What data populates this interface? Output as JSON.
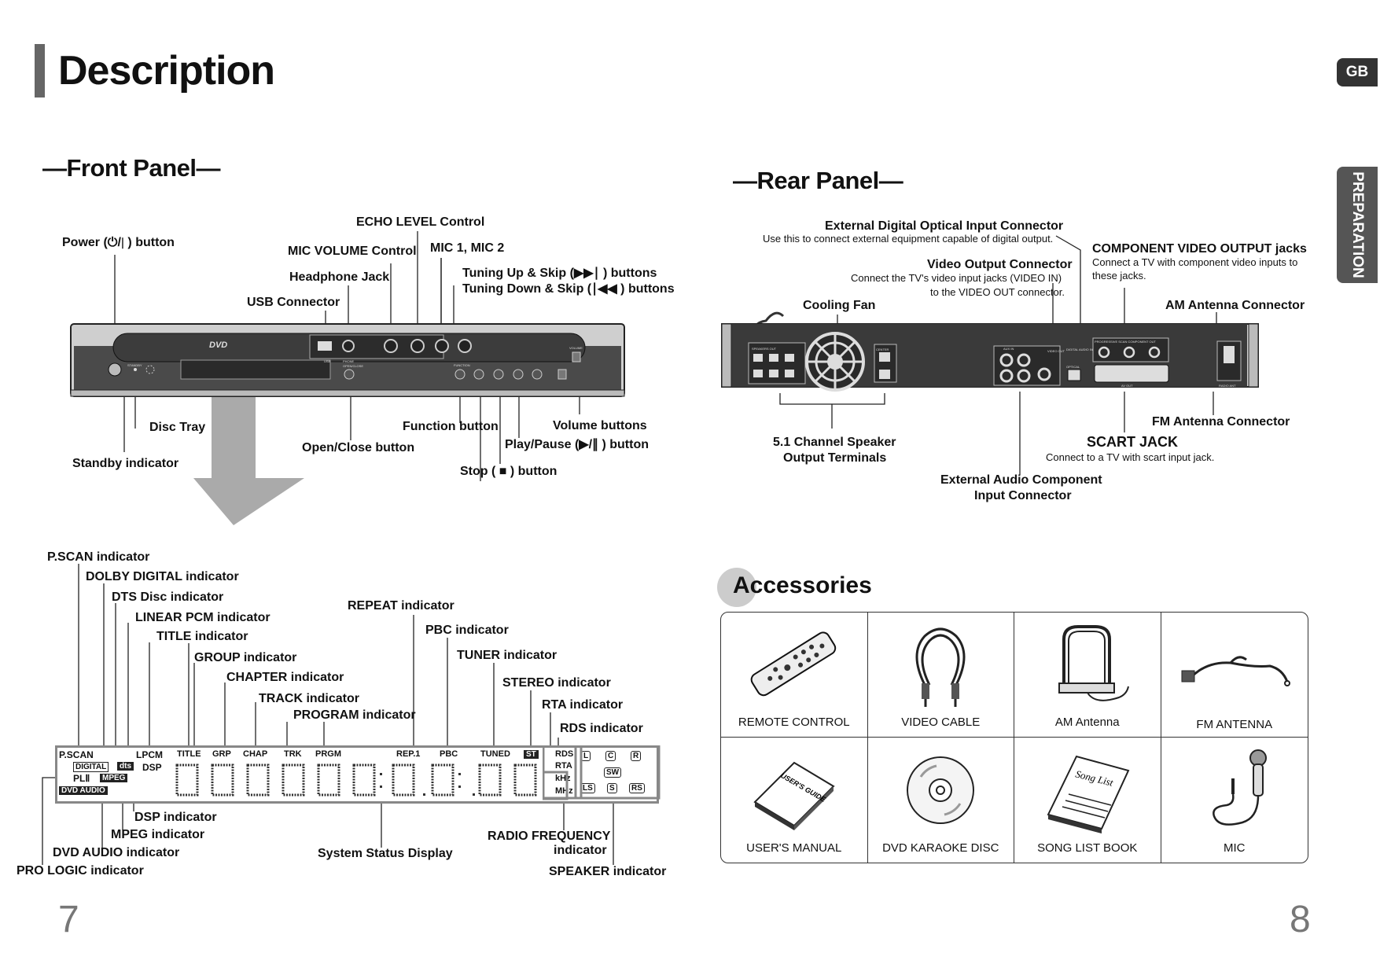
{
  "header": {
    "title": "Description",
    "lang_tab": "GB",
    "side_tab": "PREPARATION"
  },
  "front": {
    "heading": "—Front Panel—",
    "labels": {
      "power": "Power (⏻/∣ ) button",
      "echo": "ECHO LEVEL Control",
      "mic_volume": "MIC VOLUME Control",
      "mic12": "MIC 1, MIC 2",
      "headphone": "Headphone Jack",
      "usb": "USB Connector",
      "tuning_up": "Tuning Up & Skip (▶▶∣ ) buttons",
      "tuning_down": "Tuning Down & Skip (∣◀◀ ) buttons",
      "disc_tray": "Disc Tray",
      "standby": "Standby indicator",
      "open_close": "Open/Close button",
      "function": "Function button",
      "volume": "Volume buttons",
      "play_pause": "Play/Pause (▶/∥ ) button",
      "stop": "Stop ( ■ ) button"
    },
    "device": {
      "logo": "DVD",
      "standby": "STANDBY",
      "usb": "USB",
      "phone": "PHONE",
      "open_close": "OPEN/CLOSE",
      "function": "FUNCTION",
      "volume": "VOLUME"
    }
  },
  "display": {
    "labels": {
      "pscan": "P.SCAN indicator",
      "dolby": "DOLBY DIGITAL indicator",
      "dts": "DTS Disc indicator",
      "lpcm": "LINEAR PCM indicator",
      "title": "TITLE indicator",
      "group": "GROUP indicator",
      "chapter": "CHAPTER indicator",
      "track": "TRACK indicator",
      "program": "PROGRAM indicator",
      "repeat": "REPEAT indicator",
      "pbc": "PBC indicator",
      "tuner": "TUNER indicator",
      "stereo": "STEREO indicator",
      "rta": "RTA indicator",
      "rds": "RDS indicator",
      "dsp": "DSP indicator",
      "mpeg": "MPEG indicator",
      "dvd_audio": "DVD AUDIO indicator",
      "pro_logic": "PRO LOGIC indicator",
      "system_status": "System Status Display",
      "radio_freq_1": "RADIO FREQUENCY",
      "radio_freq_2": "indicator",
      "speaker": "SPEAKER indicator"
    },
    "panel": {
      "pscan": "P.SCAN",
      "lpcm": "LPCM",
      "dsp": "DSP",
      "digital": "DIGITAL",
      "dts": "dts",
      "pl2": "PLⅡ",
      "mpeg": "MPEG",
      "dvd_audio": "DVD AUDIO",
      "title": "TITLE",
      "grp": "GRP",
      "chap": "CHAP",
      "trk": "TRK",
      "prgm": "PRGM",
      "rep1": "REP.1",
      "pbc": "PBC",
      "tuned": "TUNED",
      "st": "ST",
      "rds": "RDS",
      "rta": "RTA",
      "khz": "kHz",
      "mhz": "MHz",
      "spk_l": "L",
      "spk_c": "C",
      "spk_r": "R",
      "spk_sw": "SW",
      "spk_ls": "LS",
      "spk_s": "S",
      "spk_rs": "RS"
    }
  },
  "rear": {
    "heading": "—Rear Panel—",
    "optical_title": "External Digital Optical Input Connector",
    "optical_desc": "Use this to connect external equipment capable of digital output.",
    "video_out_title": "Video Output Connector",
    "video_out_desc_1": "Connect the TV's video input jacks (VIDEO IN)",
    "video_out_desc_2": "to the VIDEO OUT connector.",
    "component_title": "COMPONENT VIDEO OUTPUT jacks",
    "component_desc_1": "Connect a TV with component video inputs to",
    "component_desc_2": "these jacks.",
    "cooling_fan": "Cooling Fan",
    "am_antenna": "AM Antenna Connector",
    "fm_antenna": "FM Antenna Connector",
    "speaker_terminals_1": "5.1 Channel Speaker",
    "speaker_terminals_2": "Output Terminals",
    "scart_title": "SCART JACK",
    "scart_desc": "Connect to a TV with scart input jack.",
    "ext_audio_1": "External Audio Component",
    "ext_audio_2": "Input Connector",
    "device": {
      "speakers_out": "SPEAKERS OUT",
      "aux_in": "AUX IN",
      "video_out": "VIDEO OUT",
      "digital_audio_in": "DIGITAL AUDIO IN",
      "optical": "OPTICAL",
      "component_out": "PROGRESSIVE SCAN COMPONENT OUT",
      "av_out": "AV OUT",
      "radio_ant": "RADIO ANT",
      "center": "CENTER"
    }
  },
  "accessories": {
    "heading": "Accessories",
    "items": [
      {
        "name": "REMOTE CONTROL"
      },
      {
        "name": "VIDEO CABLE"
      },
      {
        "name": "AM Antenna"
      },
      {
        "name": "FM ANTENNA"
      },
      {
        "name": "USER'S MANUAL",
        "cover_text": "USER'S GUIDE"
      },
      {
        "name": "DVD KARAOKE DISC"
      },
      {
        "name": "SONG LIST BOOK",
        "cover_text": "Song List"
      },
      {
        "name": "MIC"
      }
    ]
  },
  "pages": {
    "left": "7",
    "right": "8"
  }
}
